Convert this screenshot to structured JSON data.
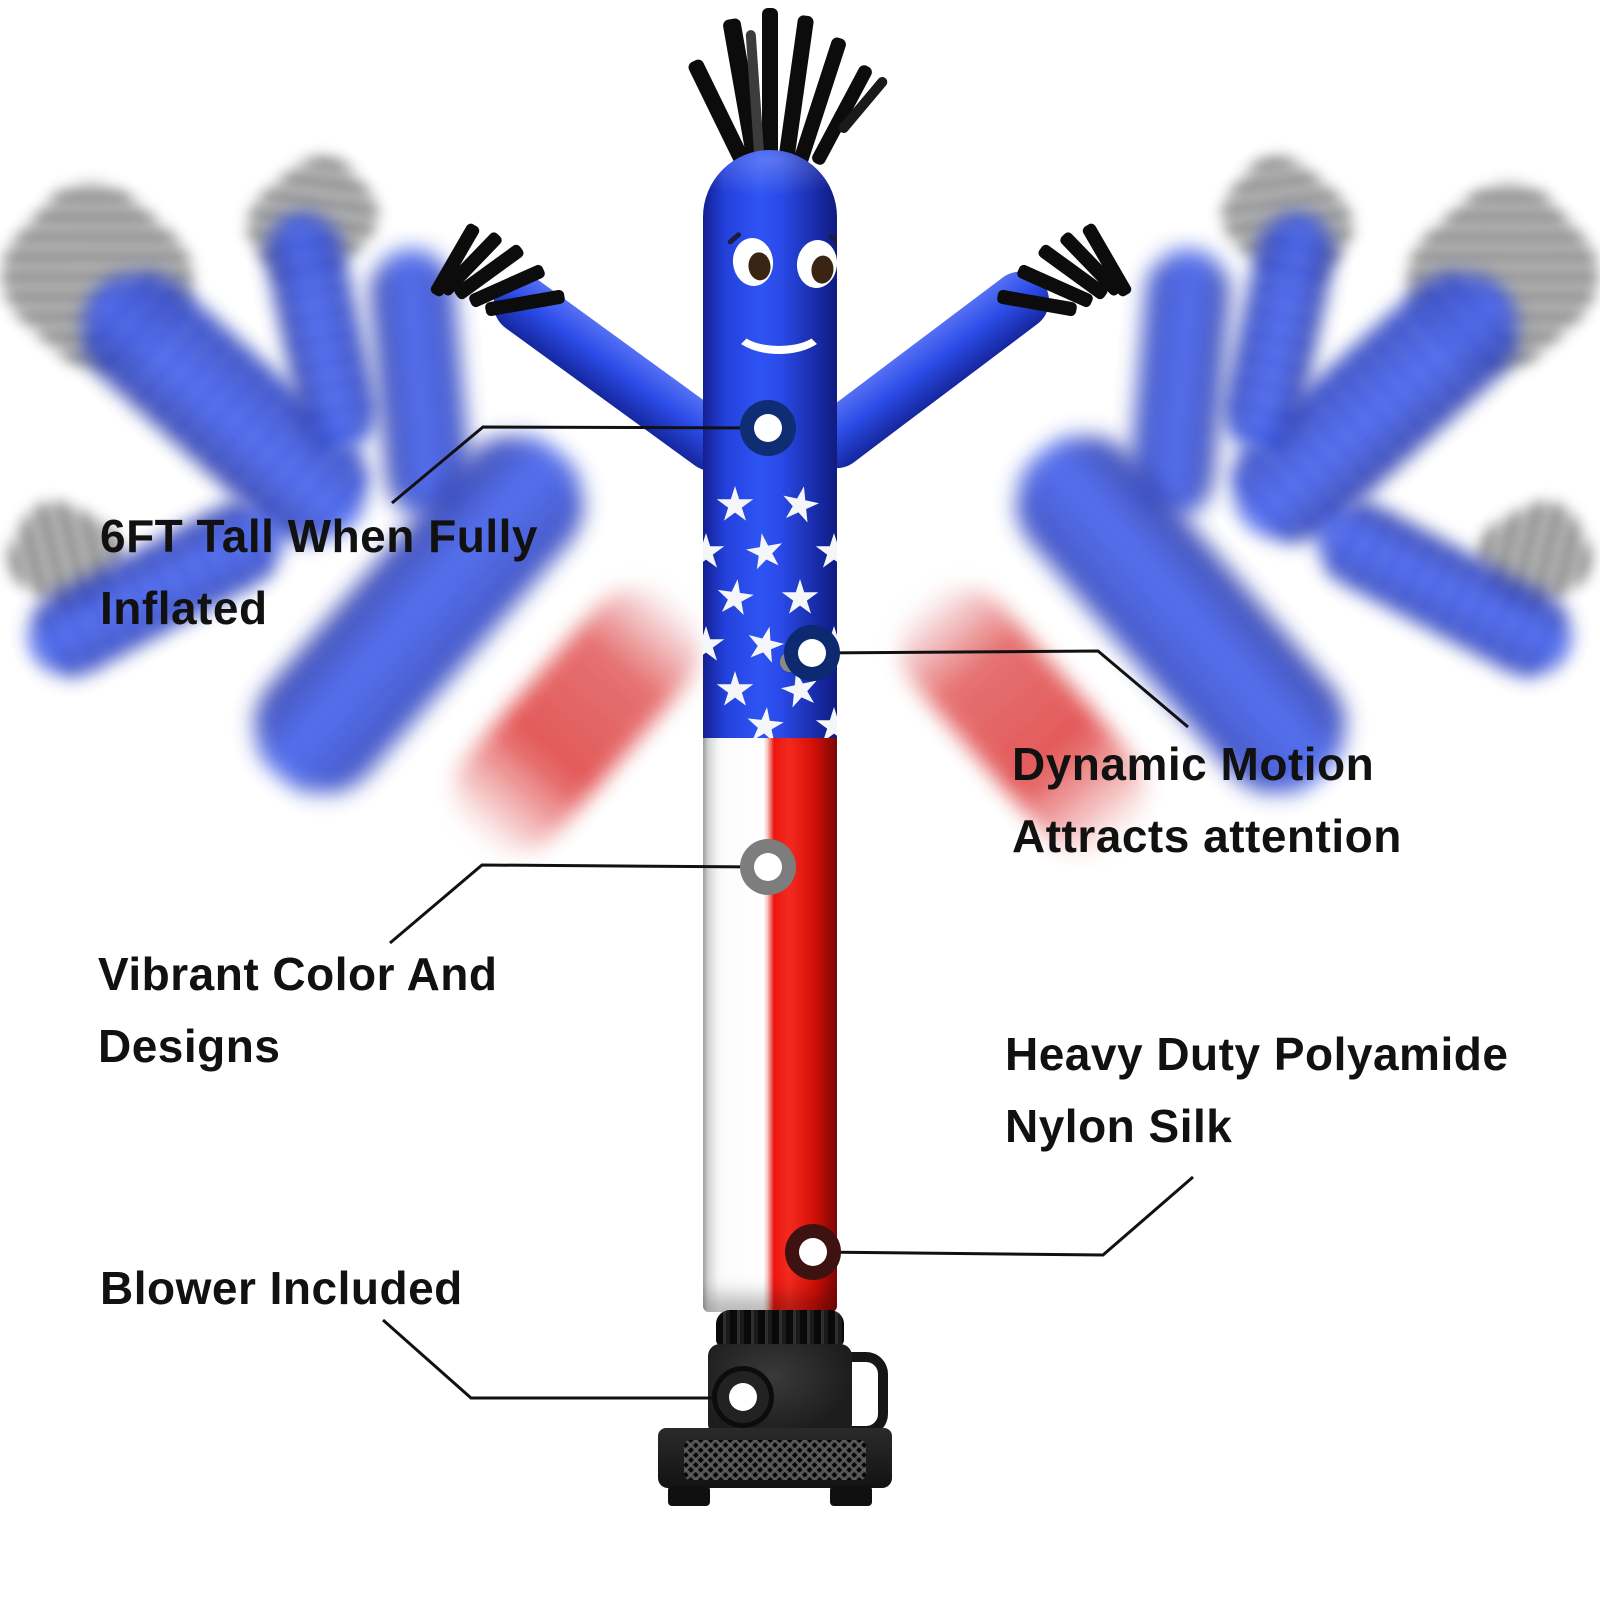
{
  "callouts": [
    {
      "line1": "6FT Tall When Fully",
      "line2": "Inflated",
      "points_to": "upper blue body"
    },
    {
      "line1": "Dynamic Motion",
      "line2": "Attracts attention",
      "points_to": "star section"
    },
    {
      "line1": "Vibrant Color And",
      "line2": "Designs",
      "points_to": "white stripe"
    },
    {
      "line1": "Heavy Duty Polyamide",
      "line2": "Nylon Silk",
      "points_to": "red stripe bottom"
    },
    {
      "line1": "Blower Included",
      "line2": "",
      "points_to": "blower base"
    }
  ],
  "figure": {
    "type": "inflatable tube man air dancer",
    "design": "american flag",
    "visible_parts": [
      "black tassel hair",
      "smiling face",
      "white stars on blue field",
      "red and white stripes",
      "two waving arms with black tassel hands",
      "black blower with mesh grille and feet"
    ]
  },
  "colors": {
    "body_blue": "#2a4ae8",
    "flag_red": "#ec1511",
    "star_white": "#f4f6f9",
    "tassel_black": "#0c0c0c",
    "label_text": "#111111",
    "dot_ring_navy": "#0f2d73",
    "dot_ring_gray": "#7d7d7d",
    "dot_ring_maroon": "#3f1212",
    "dot_ring_dark": "#222222"
  }
}
